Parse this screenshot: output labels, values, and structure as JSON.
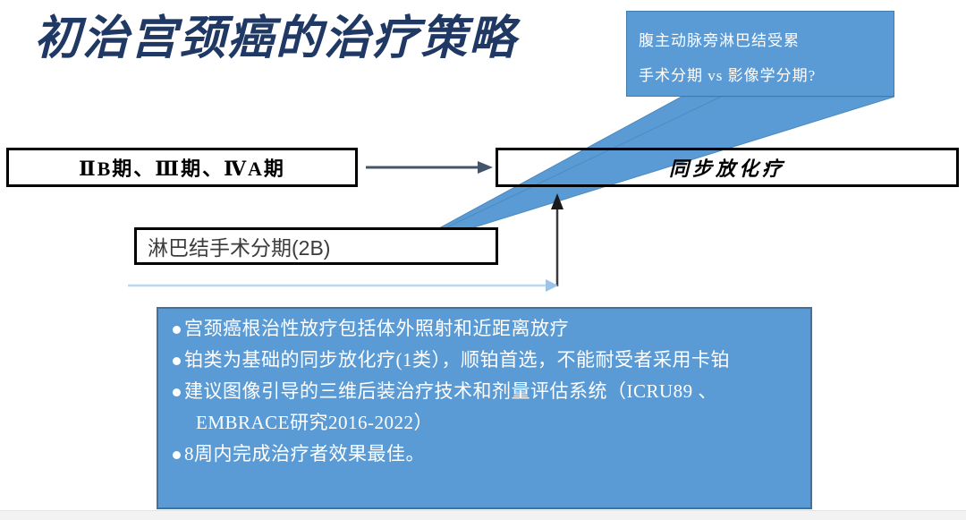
{
  "slide": {
    "title": "初治宫颈癌的治疗策略",
    "title_color": "#1F3864",
    "background": "#ffffff"
  },
  "colors": {
    "accent_blue": "#5B9BD5",
    "accent_blue_border": "#41719C",
    "arrow_dark": "#44546A",
    "arrow_light": "#BDD7EE",
    "box_border": "#000000",
    "bullet_text": "#FFFFFF"
  },
  "callout": {
    "name": "para-aortic-lymph-node-callout",
    "line1": "腹主动脉旁淋巴结受累",
    "line2": "手术分期 vs 影像学分期?",
    "fill": "#5B9BD5",
    "text_color": "#FFFFFF"
  },
  "flow": {
    "stage_box": {
      "label": "ⅡB期、Ⅲ期、ⅣA期"
    },
    "treatment_box": {
      "label": "同步放化疗"
    },
    "staging_box": {
      "label": "淋巴结手术分期(2B)"
    },
    "arrows": {
      "stage_to_treatment": "horizontal-right-arrow",
      "staging_to_treatment_vertical": "vertical-up-arrow",
      "staging_underline_arrow": "horizontal-right-arrow-light"
    }
  },
  "bullets": {
    "items": [
      {
        "text": "宫颈癌根治性放疗包括体外照射和近距离放疗",
        "continuation": null
      },
      {
        "text": "铂类为基础的同步放化疗(1类），顺铂首选，不能耐受者采用卡铂",
        "continuation": null
      },
      {
        "text": "建议图像引导的三维后装治疗技术和剂量评估系统（ICRU89 、",
        "continuation": "EMBRACE研究2016-2022）"
      },
      {
        "text": "8周内完成治疗者效果最佳。",
        "continuation": null
      }
    ]
  }
}
